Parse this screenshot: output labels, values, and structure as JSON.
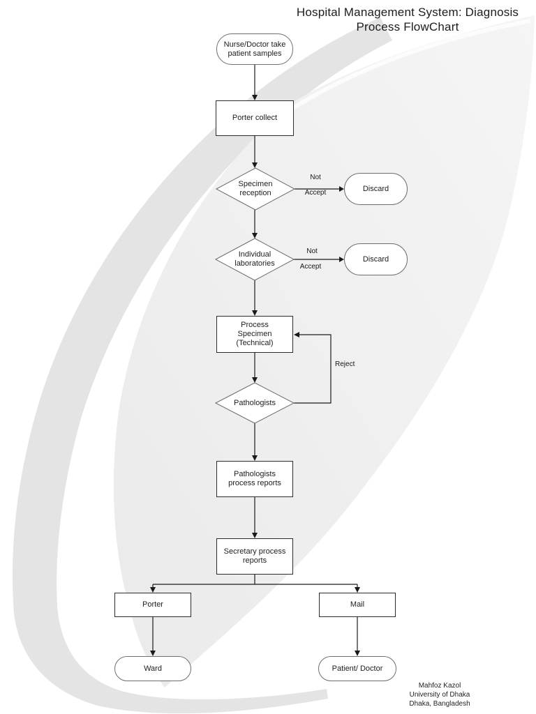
{
  "title": {
    "line1": "Hospital Management System: Diagnosis",
    "line2": "Process FlowChart"
  },
  "nodes": {
    "start": {
      "label": "Nurse/Doctor take patient samples"
    },
    "porter_collect": {
      "label": "Porter collect"
    },
    "specimen_reception": {
      "label": "Specimen reception"
    },
    "discard_1": {
      "label": "Discard"
    },
    "individual_laboratories": {
      "label": "Individual laboratories"
    },
    "discard_2": {
      "label": "Discard"
    },
    "process_specimen": {
      "label": "Process Specimen (Technical)"
    },
    "pathologists": {
      "label": "Pathologists"
    },
    "pathologists_reports": {
      "label": "Pathologists process reports"
    },
    "secretary_reports": {
      "label": "Secretary process reports"
    },
    "porter": {
      "label": "Porter"
    },
    "mail": {
      "label": "Mail"
    },
    "ward": {
      "label": "Ward"
    },
    "patient_doctor": {
      "label": "Patient/ Doctor"
    }
  },
  "edge_labels": {
    "not_1": "Not",
    "accept_1": "Accept",
    "not_2": "Not",
    "accept_2": "Accept",
    "reject": "Reject"
  },
  "footer": {
    "lines": [
      "Mahfoz Kazol",
      "University of Dhaka",
      "Dhaka, Bangladesh"
    ]
  },
  "colors": {
    "swoosh_band": "#e4e4e4",
    "swoosh_fill_light": "#f4f4f4",
    "swoosh_fill_dark": "#ebebeb",
    "line": "#1a1a1a",
    "node_fill": "#ffffff"
  }
}
